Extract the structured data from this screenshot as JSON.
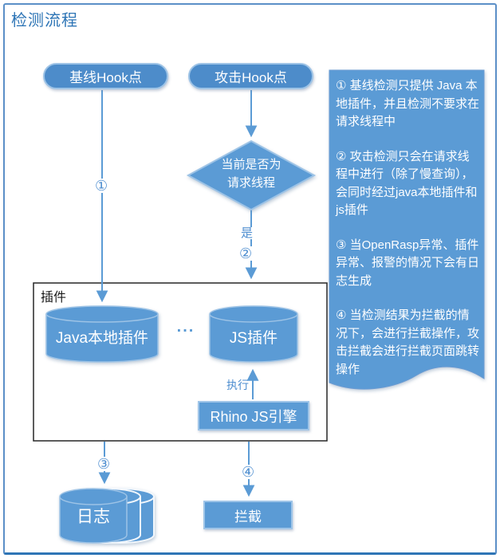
{
  "page": {
    "title": "检测流程"
  },
  "flow": {
    "baseline_hook": "基线Hook点",
    "attack_hook": "攻击Hook点",
    "decision_line1": "当前是否为",
    "decision_line2": "请求线程",
    "yes": "是",
    "num1": "①",
    "num2": "②",
    "num3": "③",
    "num4": "④",
    "plugin_box": "插件",
    "java_plugin": "Java本地插件",
    "ellipsis": "...",
    "js_plugin": "JS插件",
    "execute": "执行",
    "rhino": "Rhino JS引擎",
    "log": "日志",
    "block": "拦截"
  },
  "notes": {
    "items": [
      "① 基线检测只提供 Java 本地插件，并且检测不要求在请求线程中",
      "② 攻击检测只会在请求线程中进行（除了慢查询），会同时经过java本地插件和js插件",
      "③ 当OpenRasp异常、插件异常、报警的情况下会有日志生成",
      "④ 当检测结果为拦截的情况下，会进行拦截操作，攻击拦截会进行拦截页面跳转操作"
    ]
  },
  "colors": {
    "accent": "#5b9bd5",
    "accent_dark": "#2e75b6",
    "stroke_light": "#9dc3e6",
    "frame_border": "#5b8fc7",
    "text_on_accent": "#ffffff"
  }
}
